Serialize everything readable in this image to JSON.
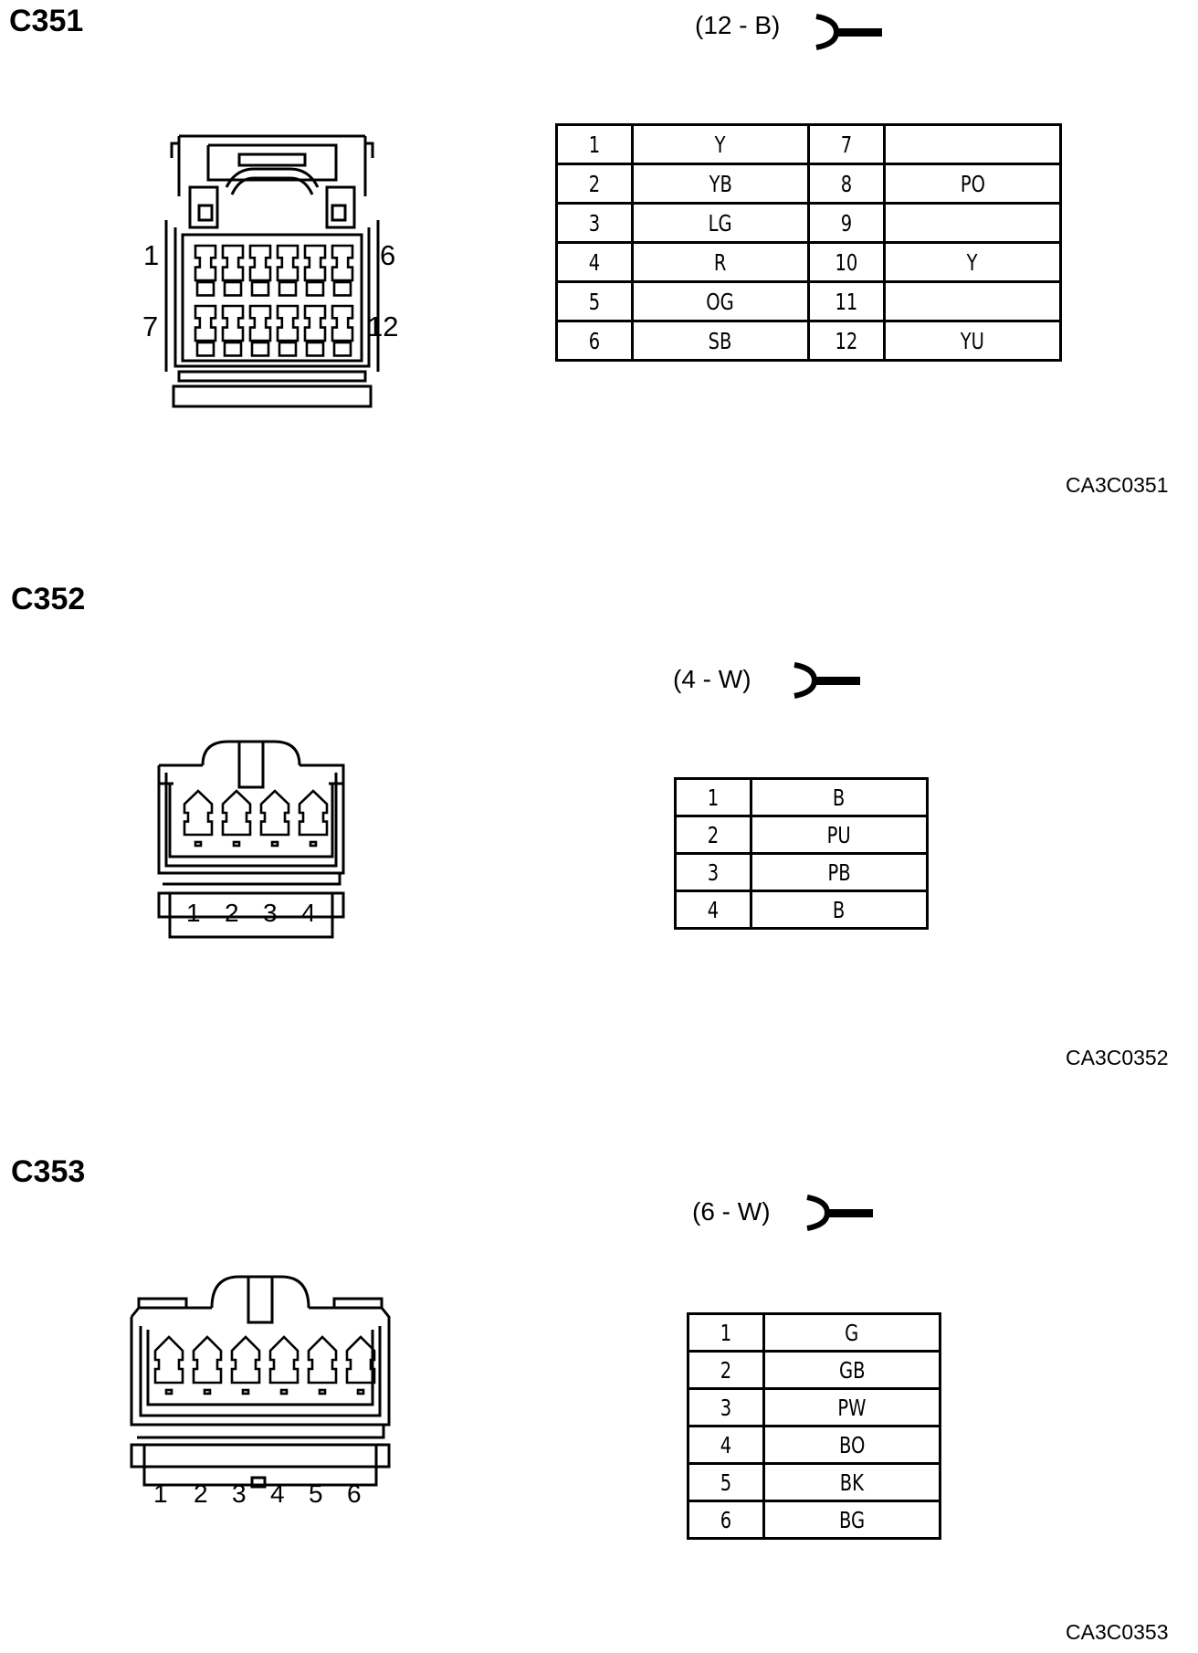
{
  "connectors": [
    {
      "title": "C351",
      "spec": "(12 - B)",
      "code": "CA3C0351",
      "face_labels": {
        "top_left": "1",
        "top_right": "6",
        "bottom_left": "7",
        "bottom_right": "12"
      },
      "pins": [
        {
          "pin": "1",
          "color": "Y"
        },
        {
          "pin": "2",
          "color": "YB"
        },
        {
          "pin": "3",
          "color": "LG"
        },
        {
          "pin": "4",
          "color": "R"
        },
        {
          "pin": "5",
          "color": "OG"
        },
        {
          "pin": "6",
          "color": "SB"
        },
        {
          "pin": "7",
          "color": ""
        },
        {
          "pin": "8",
          "color": "PO"
        },
        {
          "pin": "9",
          "color": ""
        },
        {
          "pin": "10",
          "color": "Y"
        },
        {
          "pin": "11",
          "color": ""
        },
        {
          "pin": "12",
          "color": "YU"
        }
      ]
    },
    {
      "title": "C352",
      "spec": "(4 - W)",
      "code": "CA3C0352",
      "plug_numbers": [
        "1",
        "2",
        "3",
        "4"
      ],
      "pins": [
        {
          "pin": "1",
          "color": "B"
        },
        {
          "pin": "2",
          "color": "PU"
        },
        {
          "pin": "3",
          "color": "PB"
        },
        {
          "pin": "4",
          "color": "B"
        }
      ]
    },
    {
      "title": "C353",
      "spec": "(6 - W)",
      "code": "CA3C0353",
      "plug_numbers": [
        "1",
        "2",
        "3",
        "4",
        "5",
        "6"
      ],
      "pins": [
        {
          "pin": "1",
          "color": "G"
        },
        {
          "pin": "2",
          "color": "GB"
        },
        {
          "pin": "3",
          "color": "PW"
        },
        {
          "pin": "4",
          "color": "BO"
        },
        {
          "pin": "5",
          "color": "BK"
        },
        {
          "pin": "6",
          "color": "BG"
        }
      ]
    }
  ]
}
